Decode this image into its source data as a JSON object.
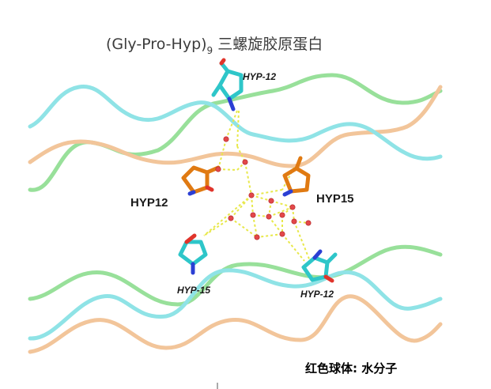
{
  "title": {
    "main": "(Gly-Pro-Hyp)",
    "subscript": "9",
    "suffix": " 三螺旋胶原蛋白"
  },
  "residue_labels": {
    "hyp12_top": "HYP-12",
    "hyp12_left": "HYP12",
    "hyp15_right": "HYP15",
    "hyp15_bottom": "HYP-15",
    "hyp12_bottom": "HYP-12"
  },
  "legend": "红色球体: 水分子",
  "colors": {
    "strand_cyan": "#8fe3e6",
    "strand_green": "#98e09a",
    "strand_tan": "#f2c59a",
    "residue_cyan": "#2ec6c9",
    "residue_orange": "#e07a12",
    "nitrogen": "#2b3fd4",
    "oxygen": "#e0342b",
    "water": "#e2484a",
    "hbond": "#e8e84a"
  }
}
